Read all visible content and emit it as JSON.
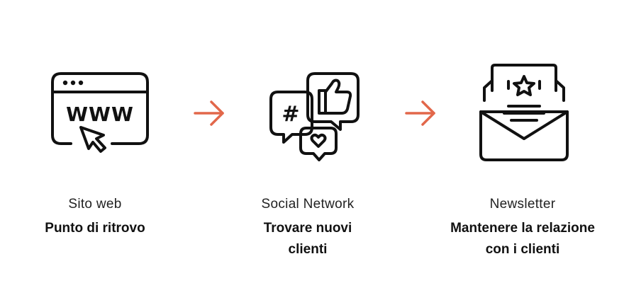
{
  "colors": {
    "stroke": "#111111",
    "accent": "#e2674a",
    "text": "#222222"
  },
  "steps": [
    {
      "icon": "website-www-cursor-icon",
      "title": "Sito web",
      "subtitle": "Punto di ritrovo",
      "icon_text": "WWW"
    },
    {
      "icon": "social-chat-bubbles-icon",
      "title": "Social Network",
      "subtitle": "Trovare nuovi clienti",
      "icon_text": "#"
    },
    {
      "icon": "newsletter-envelope-icon",
      "title": "Newsletter",
      "subtitle": "Mantenere la relazione con i clienti"
    }
  ],
  "connectors": [
    {
      "icon": "arrow-right-icon"
    },
    {
      "icon": "arrow-right-icon"
    }
  ]
}
